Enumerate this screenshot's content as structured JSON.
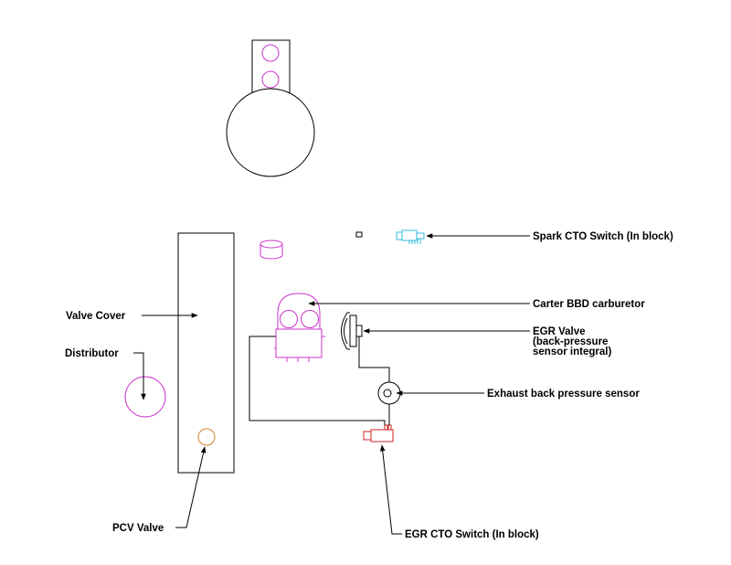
{
  "labels": {
    "spark_cto": "Spark CTO Switch (In block)",
    "carter": "Carter BBD carburetor",
    "egr_valve_line1": "EGR Valve",
    "egr_valve_line2": "(back-pressure",
    "egr_valve_line3": "sensor integral)",
    "valve_cover": "Valve Cover",
    "distributor": "Distributor",
    "exhaust_sensor": "Exhaust back pressure sensor",
    "pcv_valve": "PCV Valve",
    "egr_cto": "EGR CTO Switch (In block)"
  },
  "colors": {
    "line": "#000000",
    "magenta": "#cc33cc",
    "cyan": "#33bbdd",
    "orange": "#d08030",
    "red": "#cc2222"
  }
}
